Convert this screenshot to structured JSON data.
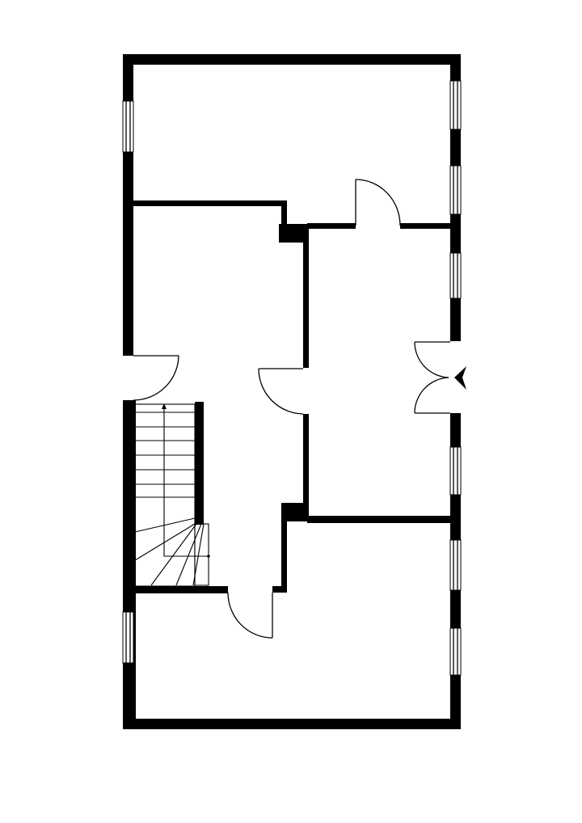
{
  "plan": {
    "wall_color": "#000000",
    "background_color": "#ffffff",
    "rooms": 4,
    "features": [
      "stairs-with-up-arrow",
      "entrance-door",
      "double-door-with-entry-marker",
      "windows"
    ]
  }
}
